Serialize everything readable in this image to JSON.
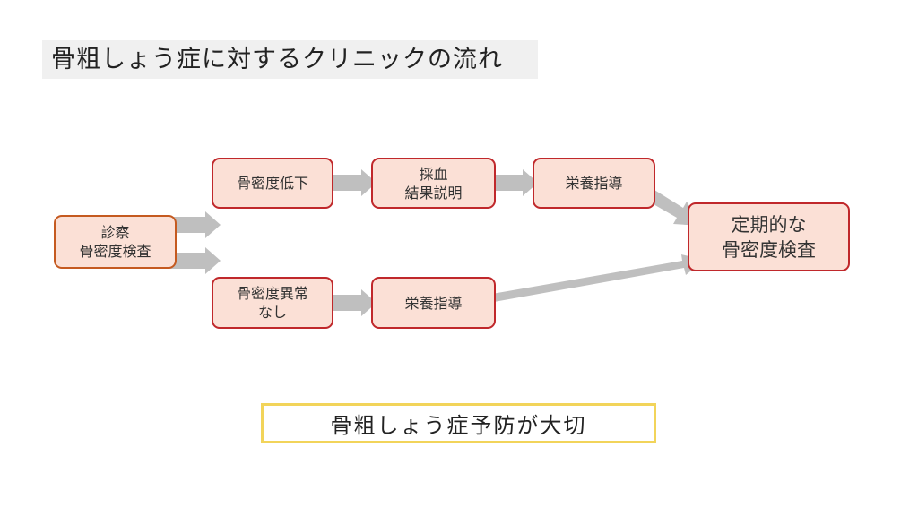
{
  "title": "骨粗しょう症に対するクリニックの流れ",
  "nodes": {
    "start": {
      "lines": [
        "診察",
        "骨密度検査"
      ]
    },
    "low_density": {
      "lines": [
        "骨密度低下"
      ]
    },
    "blood_test": {
      "lines": [
        "採血",
        "結果説明"
      ]
    },
    "nutrition_top": {
      "lines": [
        "栄養指導"
      ]
    },
    "normal_density": {
      "lines": [
        "骨密度異常",
        "なし"
      ]
    },
    "nutrition_bottom": {
      "lines": [
        "栄養指導"
      ]
    },
    "regular_check": {
      "lines": [
        "定期的な",
        "骨密度検査"
      ]
    }
  },
  "edges": [
    {
      "from": "start",
      "to": "low_density"
    },
    {
      "from": "start",
      "to": "normal_density"
    },
    {
      "from": "low_density",
      "to": "blood_test"
    },
    {
      "from": "blood_test",
      "to": "nutrition_top"
    },
    {
      "from": "nutrition_top",
      "to": "regular_check"
    },
    {
      "from": "normal_density",
      "to": "nutrition_bottom"
    },
    {
      "from": "nutrition_bottom",
      "to": "regular_check"
    }
  ],
  "motto": "骨粗しょう症予防が大切",
  "colors": {
    "box_fill": "#fbe0d6",
    "box_border": "#c0282b",
    "start_border": "#c55a20",
    "arrow": "#bfbfbf",
    "motto_border": "#f2d45a",
    "title_bg": "#f0f0f0"
  }
}
